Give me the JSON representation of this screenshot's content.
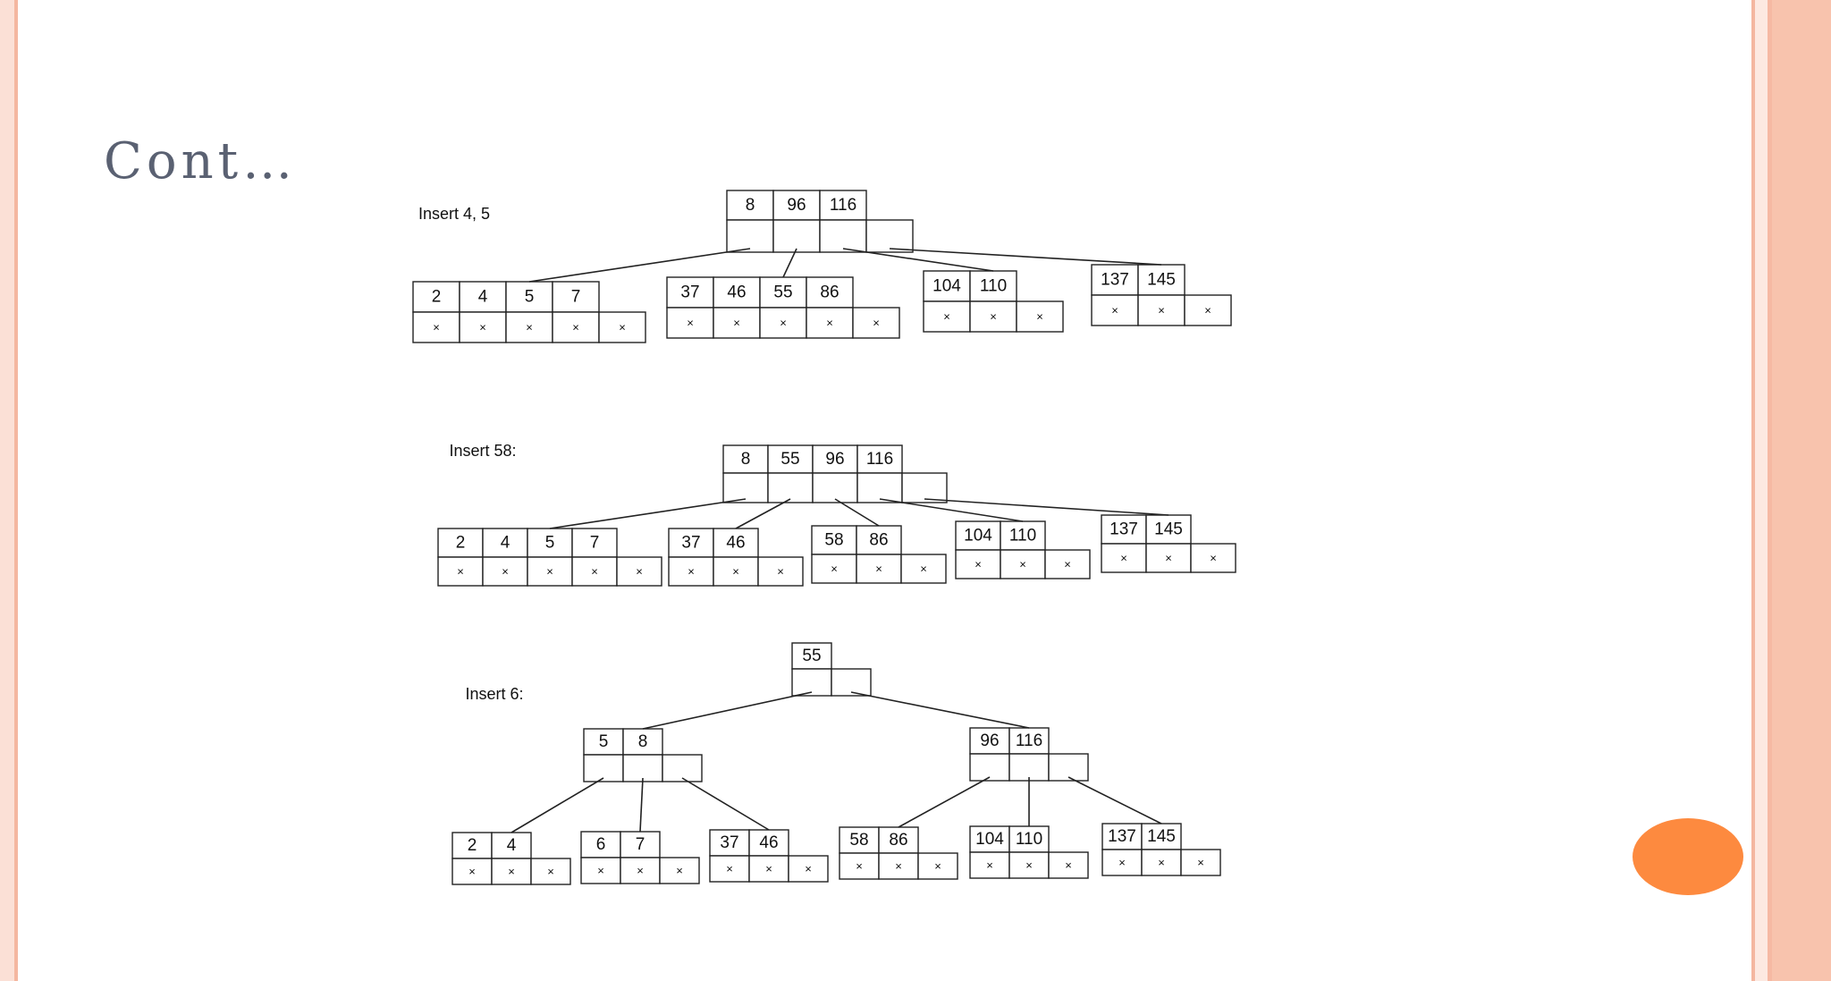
{
  "slide": {
    "title": "Cont…",
    "accent_color": "#fd8a3f",
    "border_color": "#f8c3ad"
  },
  "diagram": {
    "steps": [
      {
        "label": "Insert 4, 5",
        "root": {
          "keys": [
            "8",
            "96",
            "116"
          ]
        },
        "leaves": [
          {
            "keys": [
              "2",
              "4",
              "5",
              "7"
            ]
          },
          {
            "keys": [
              "37",
              "46",
              "55",
              "86"
            ]
          },
          {
            "keys": [
              "104",
              "110"
            ]
          },
          {
            "keys": [
              "137",
              "145"
            ]
          }
        ]
      },
      {
        "label": "Insert 58:",
        "root": {
          "keys": [
            "8",
            "55",
            "96",
            "116"
          ]
        },
        "leaves": [
          {
            "keys": [
              "2",
              "4",
              "5",
              "7"
            ]
          },
          {
            "keys": [
              "37",
              "46"
            ]
          },
          {
            "keys": [
              "58",
              "86"
            ]
          },
          {
            "keys": [
              "104",
              "110"
            ]
          },
          {
            "keys": [
              "137",
              "145"
            ]
          }
        ]
      },
      {
        "label": "Insert 6:",
        "root": {
          "keys": [
            "55"
          ]
        },
        "internal": [
          {
            "keys": [
              "5",
              "8"
            ]
          },
          {
            "keys": [
              "96",
              "116"
            ]
          }
        ],
        "leaves": [
          {
            "keys": [
              "2",
              "4"
            ]
          },
          {
            "keys": [
              "6",
              "7"
            ]
          },
          {
            "keys": [
              "37",
              "46"
            ]
          },
          {
            "keys": [
              "58",
              "86"
            ]
          },
          {
            "keys": [
              "104",
              "110"
            ]
          },
          {
            "keys": [
              "137",
              "145"
            ]
          }
        ]
      }
    ],
    "null_pointer_symbol": "×"
  }
}
